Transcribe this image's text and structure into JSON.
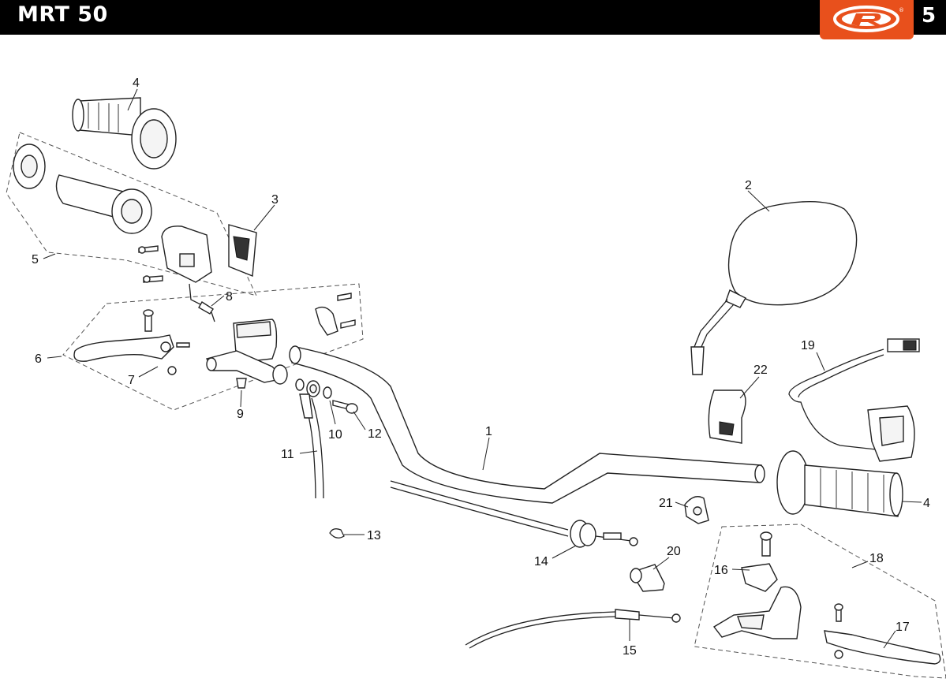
{
  "header": {
    "model": "MRT 50",
    "page": "5",
    "brand_logo": "R",
    "brand_color": "#e8501c"
  },
  "callouts": [
    "1",
    "2",
    "3",
    "4",
    "4",
    "5",
    "6",
    "7",
    "8",
    "9",
    "10",
    "11",
    "12",
    "13",
    "14",
    "15",
    "16",
    "17",
    "18",
    "19",
    "20",
    "21",
    "22"
  ]
}
